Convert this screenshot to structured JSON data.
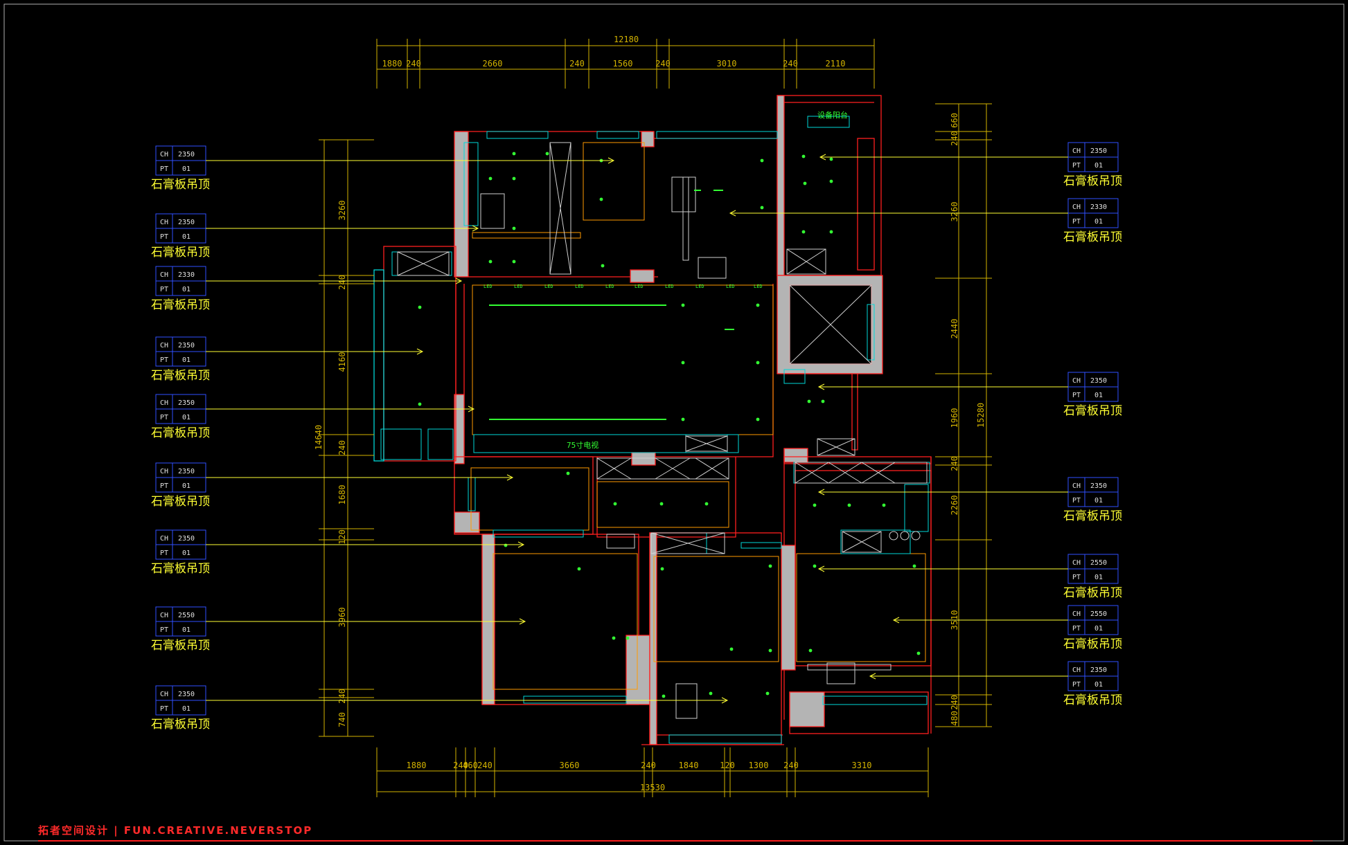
{
  "dims": {
    "top_total": "12180",
    "top_segments": [
      "1880",
      "240",
      "2660",
      "240",
      "1560",
      "240",
      "3010",
      "240",
      "2110"
    ],
    "bottom_segments": [
      "1880",
      "240",
      "460",
      "240",
      "3660",
      "240",
      "1840",
      "120",
      "1300",
      "240",
      "3310"
    ],
    "bottom_total": "13530",
    "left_total": "14640",
    "left_segments": [
      "3260",
      "240",
      "4160",
      "240",
      "1680",
      "120",
      "3960",
      "240",
      "740"
    ],
    "right_total": "15280",
    "right_segments": [
      "660",
      "240",
      "3260",
      "2440",
      "1960",
      "240",
      "2260",
      "3510",
      "240",
      "480"
    ]
  },
  "tags_left": [
    {
      "ch": "2350",
      "pt": "01",
      "label": "石膏板吊顶"
    },
    {
      "ch": "2350",
      "pt": "01",
      "label": "石膏板吊顶"
    },
    {
      "ch": "2330",
      "pt": "01",
      "label": "石膏板吊顶"
    },
    {
      "ch": "2350",
      "pt": "01",
      "label": "石膏板吊顶"
    },
    {
      "ch": "2350",
      "pt": "01",
      "label": "石膏板吊顶"
    },
    {
      "ch": "2350",
      "pt": "01",
      "label": "石膏板吊顶"
    },
    {
      "ch": "2350",
      "pt": "01",
      "label": "石膏板吊顶"
    },
    {
      "ch": "2550",
      "pt": "01",
      "label": "石膏板吊顶"
    },
    {
      "ch": "2350",
      "pt": "01",
      "label": "石膏板吊顶"
    }
  ],
  "tags_right": [
    {
      "ch": "2350",
      "pt": "01",
      "label": "石膏板吊顶"
    },
    {
      "ch": "2330",
      "pt": "01",
      "label": "石膏板吊顶"
    },
    {
      "ch": "2350",
      "pt": "01",
      "label": "石膏板吊顶"
    },
    {
      "ch": "2350",
      "pt": "01",
      "label": "石膏板吊顶"
    },
    {
      "ch": "2550",
      "pt": "01",
      "label": "石膏板吊顶"
    },
    {
      "ch": "2550",
      "pt": "01",
      "label": "石膏板吊顶"
    },
    {
      "ch": "2350",
      "pt": "01",
      "label": "石膏板吊顶"
    }
  ],
  "tag_keys": {
    "ch": "CH",
    "pt": "PT"
  },
  "room_labels": {
    "balcony": "设备阳台",
    "tv": "75寸电视",
    "led": "LED"
  },
  "footer": "拓者空间设计 | FUN.CREATIVE.NEVERSTOP",
  "colors": {
    "wall": "#ff2020",
    "fill": "#b4b4b4",
    "dim": "#d4b400",
    "tag": "#3050ff",
    "label": "#ffff33",
    "light": "#33ff33",
    "cyan": "#00d8d8",
    "orange": "#ff9a00"
  }
}
